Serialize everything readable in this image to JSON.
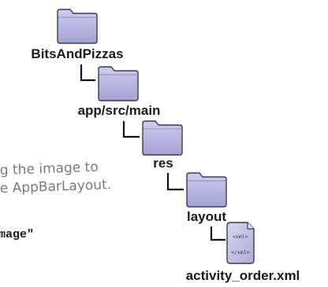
{
  "tree": {
    "root": {
      "label": "BitsAndPizzas",
      "icon": "folder-icon"
    },
    "app": {
      "label": "app/src/main",
      "icon": "folder-icon"
    },
    "res": {
      "label": "res",
      "icon": "folder-icon"
    },
    "layout": {
      "label": "layout",
      "icon": "folder-icon"
    },
    "file": {
      "label": "activity_order.xml",
      "icon": "xml-file-icon",
      "tag_open": "<xml>",
      "tag_close": "</xml>"
    }
  },
  "annotation": {
    "line1": "g the image to",
    "line2": "e AppBarLayout."
  },
  "code_snippet": "mage\"",
  "colors": {
    "folder_fill": "#b7b6df",
    "folder_stroke": "#3a3a55",
    "text": "#1a1a1a",
    "handwriting": "#7a7a7a"
  }
}
